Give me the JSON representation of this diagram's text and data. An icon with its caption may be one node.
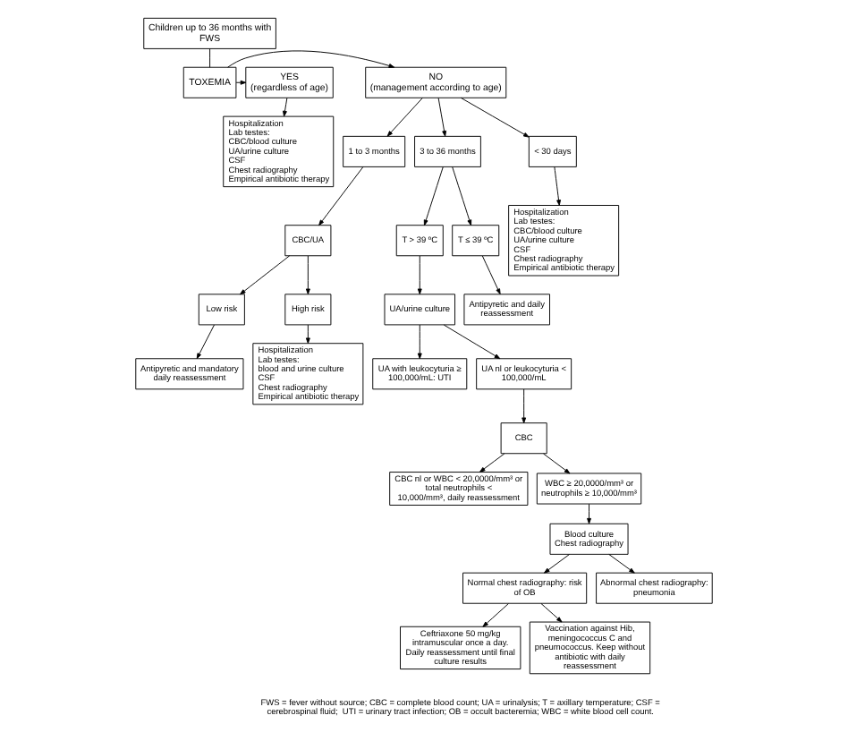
{
  "diagram": {
    "nodes": [
      {
        "text": [
          "Children up to 36 months with FWS"
        ]
      },
      {
        "text": [
          "TOXEMIA"
        ]
      },
      {
        "text": [
          "NO",
          "(management according to age)"
        ]
      },
      {
        "text": [
          "YES",
          "(regardless of age)"
        ]
      },
      {
        "text": [
          "< 30 days"
        ]
      },
      {
        "text": [
          "1 to 3 months"
        ]
      },
      {
        "text": [
          "3 to 36 months"
        ]
      },
      {
        "text": [
          "Hospitalization",
          "Lab testes:",
          "CBC/blood culture",
          "UA/urine culture",
          "CSF",
          "Chest radiography",
          "Empirical antibiotic therapy"
        ]
      },
      {
        "text": [
          "Hospitalization",
          "Lab testes:",
          "CBC/blood culture",
          "UA/urine culture",
          "CSF",
          "Chest radiography",
          "Empirical antibiotic therapy"
        ]
      },
      {
        "text": [
          "CBC/UA"
        ]
      },
      {
        "text": [
          "T ≤ 39 ºC"
        ]
      },
      {
        "text": [
          "T > 39 ºC"
        ]
      },
      {
        "text": [
          "Low risk"
        ]
      },
      {
        "text": [
          "High risk"
        ]
      },
      {
        "text": [
          "Antipyretic and daily reassessment"
        ]
      },
      {
        "text": [
          "UA/urine culture"
        ]
      },
      {
        "text": [
          "Hospitalization",
          "Lab testes:",
          "blood and urine culture",
          "CSF",
          "Chest radiography",
          "Empirical antibiotic therapy"
        ]
      },
      {
        "text": [
          "Antipyretic and mandatory daily reassessment"
        ]
      },
      {
        "text": [
          "UA with leukocyturia ≥ 100,000/mL: UTI"
        ]
      },
      {
        "text": [
          "UA nl or leukocyturia < 100,000/mL"
        ]
      },
      {
        "text": [
          "CBC"
        ]
      },
      {
        "text": [
          "CBC nl or WBC < 20,0000/mm³ or total neutrophils < 10,000/mm³, daily reassessment"
        ]
      },
      {
        "text": [
          "WBC ≥ 20,0000/mm³ or neutrophils ≥ 10,000/mm³"
        ]
      },
      {
        "text": [
          "Blood culture",
          "Chest radiography"
        ]
      },
      {
        "text": [
          "Normal chest radiography: risk of OB"
        ]
      },
      {
        "text": [
          "Abnormal chest radiography: pneumonia"
        ]
      },
      {
        "text": [
          "Ceftriaxone 50 mg/kg intramuscular once a day. Daily reassessment until final culture results"
        ]
      },
      {
        "text": [
          "Vaccination against Hib, meningococcus C and pneumococcus. Keep without antibiotic with daily reassessment"
        ]
      }
    ],
    "edges": [
      {
        "from": 0,
        "to": 1,
        "arrow": "none"
      },
      {
        "from": 1,
        "to": 2,
        "arrow": "to"
      },
      {
        "from": 1,
        "to": 3,
        "arrow": "to"
      },
      {
        "from": 2,
        "to": 4,
        "arrow": "to"
      },
      {
        "from": 2,
        "to": 5,
        "arrow": "to"
      },
      {
        "from": 2,
        "to": 6,
        "arrow": "to"
      },
      {
        "from": 3,
        "to": 7,
        "arrow": "to"
      },
      {
        "from": 4,
        "to": 8,
        "arrow": "to"
      },
      {
        "from": 5,
        "to": 9,
        "arrow": "to"
      },
      {
        "from": 9,
        "to": 12,
        "arrow": "to"
      },
      {
        "from": 9,
        "to": 13,
        "arrow": "to"
      },
      {
        "from": 6,
        "to": 10,
        "arrow": "to"
      },
      {
        "from": 6,
        "to": 11,
        "arrow": "to"
      },
      {
        "from": 10,
        "to": 14,
        "arrow": "to"
      },
      {
        "from": 11,
        "to": 15,
        "arrow": "to"
      },
      {
        "from": 12,
        "to": 17,
        "arrow": "to"
      },
      {
        "from": 13,
        "to": 16,
        "arrow": "to"
      },
      {
        "from": 15,
        "to": 18,
        "arrow": "to"
      },
      {
        "from": 15,
        "to": 19,
        "arrow": "to"
      },
      {
        "from": 19,
        "to": 20,
        "arrow": "to"
      },
      {
        "from": 20,
        "to": 21,
        "arrow": "to"
      },
      {
        "from": 20,
        "to": 22,
        "arrow": "to"
      },
      {
        "from": 22,
        "to": 23,
        "arrow": "to"
      },
      {
        "from": 23,
        "to": 24,
        "arrow": "to"
      },
      {
        "from": 23,
        "to": 25,
        "arrow": "to"
      },
      {
        "from": 24,
        "to": 26,
        "arrow": "to"
      },
      {
        "from": 24,
        "to": 27,
        "arrow": "to"
      }
    ],
    "labels": [
      "FWS = fever without source; CBC = complete blood count; UA = urinalysis; T = axillary temperature; CSF = cerebrospinal fluid;  UTI = urinary tract infection; OB = occult bacteremia; WBC = white blood cell count."
    ]
  }
}
